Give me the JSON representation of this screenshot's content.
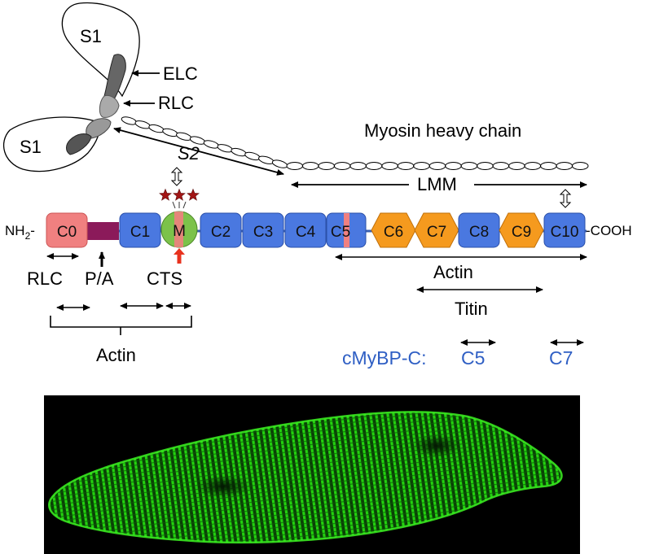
{
  "myosin": {
    "s1_label": "S1",
    "elc_label": "ELC",
    "rlc_label": "RLC",
    "s2_label": "S2",
    "heavy_chain_label": "Myosin heavy chain",
    "lmm_label": "LMM"
  },
  "cmybpc": {
    "nh2_label": "NH",
    "nh2_sub": "2",
    "nh2_dash": "-",
    "cooh_label": "-COOH",
    "domains": [
      {
        "label": "C0",
        "color": "#f08080"
      },
      {
        "label": "C1",
        "color": "#4a78e0"
      },
      {
        "label": "M",
        "color": "#7cc24a"
      },
      {
        "label": "C2",
        "color": "#4a78e0"
      },
      {
        "label": "C3",
        "color": "#4a78e0"
      },
      {
        "label": "C4",
        "color": "#4a78e0"
      },
      {
        "label": "C5",
        "color": "#4a78e0"
      },
      {
        "label": "C6",
        "color": "#f59a1e"
      },
      {
        "label": "C7",
        "color": "#f59a1e"
      },
      {
        "label": "C8",
        "color": "#4a78e0"
      },
      {
        "label": "C9",
        "color": "#f59a1e"
      },
      {
        "label": "C10",
        "color": "#4a78e0"
      }
    ],
    "pa_linker_color": "#8b1a5a",
    "phospho_star_color": "#a31515"
  },
  "binding": {
    "rlc_label": "RLC",
    "pa_label": "P/A",
    "cts_label": "CTS",
    "actin_left_label": "Actin",
    "actin_right_label": "Actin",
    "titin_label": "Titin",
    "cmybpc_prefix": "cMyBP-C:",
    "c5_label": "C5",
    "c7_label": "C7"
  },
  "colors": {
    "blue_text": "#2f5fc4",
    "cts_arrow": "#e8321e",
    "fluorescence": "#22d40f"
  }
}
